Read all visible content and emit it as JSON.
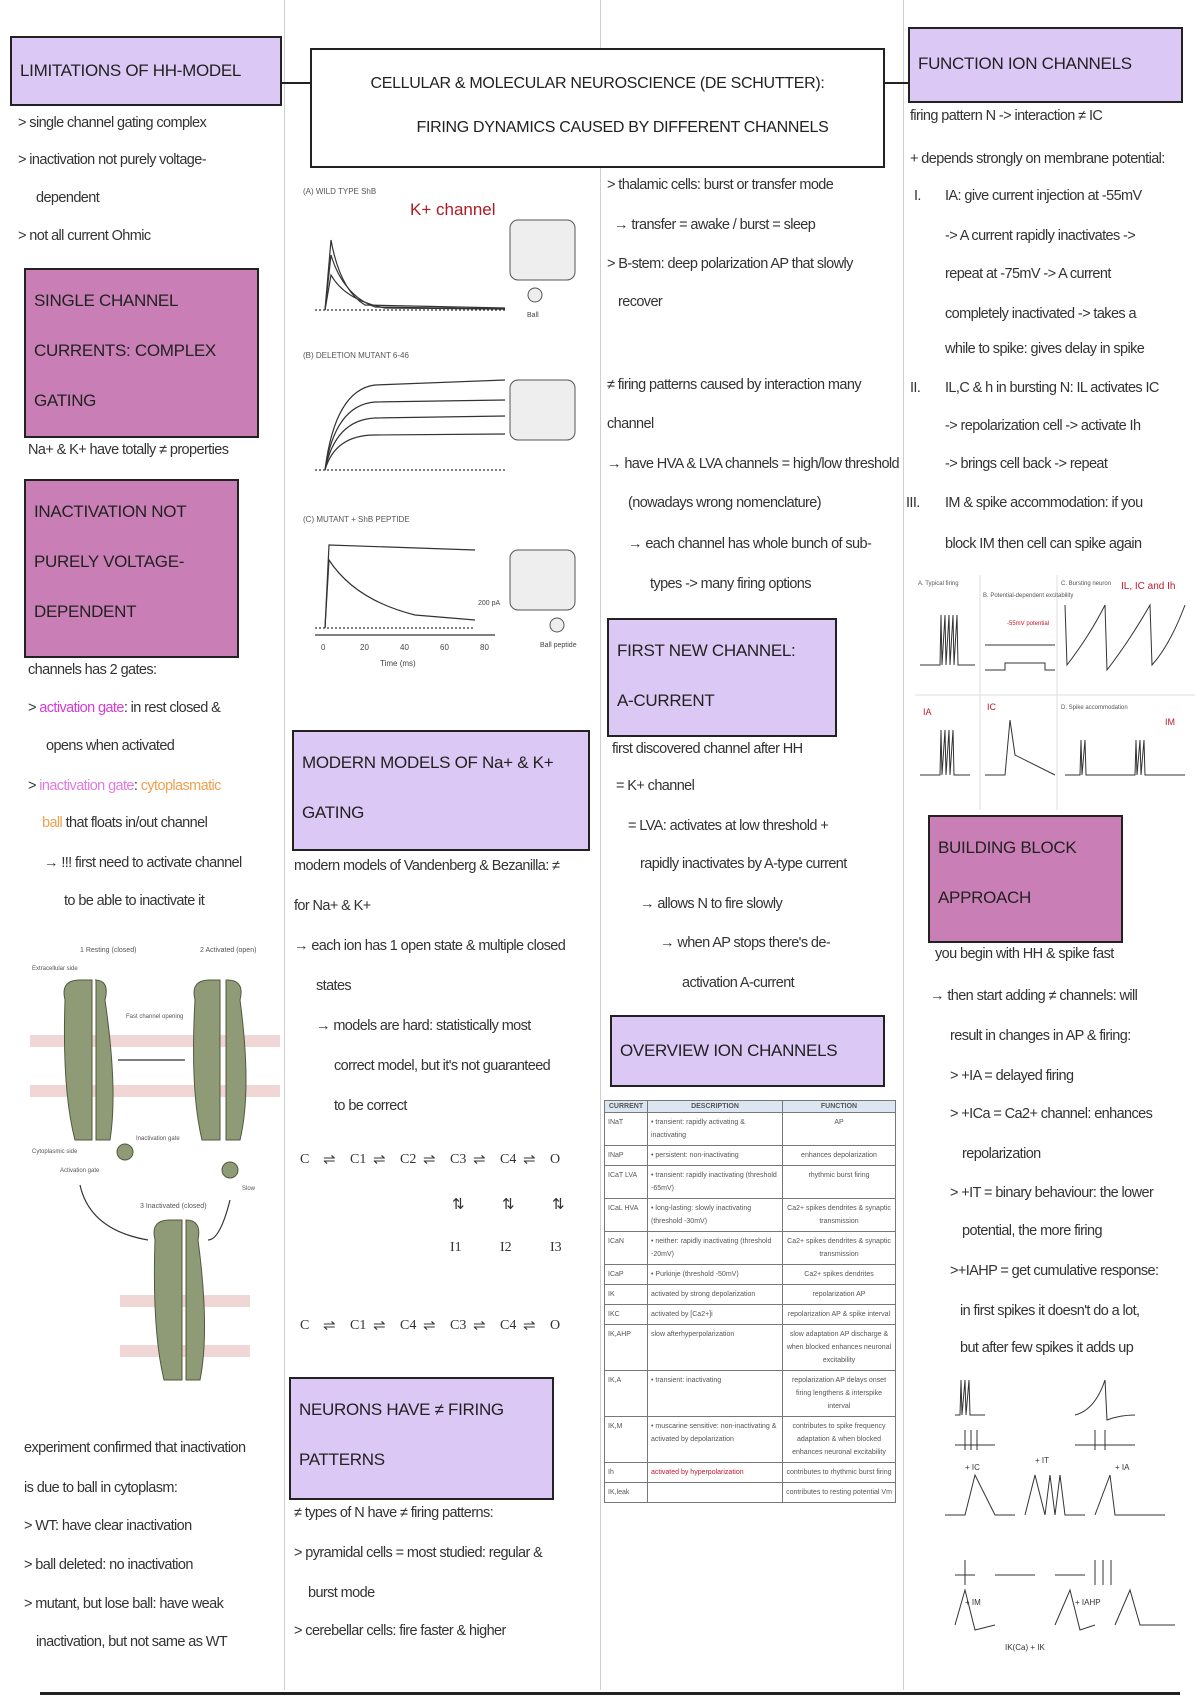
{
  "title": {
    "line1": "CELLULAR & MOLECULAR NEUROSCIENCE (DE SCHUTTER):",
    "line2": "FIRING DYNAMICS CAUSED BY DIFFERENT CHANNELS"
  },
  "colors": {
    "purple_box": "#dcc8f5",
    "pink_box": "#c97fb5",
    "activation": "#d63bd6",
    "inactivation": "#e07ae0",
    "orange": "#f0a050",
    "red": "#c0182b"
  },
  "headers": {
    "limitations": "LIMITATIONS OF HH-MODEL",
    "single_channel": [
      "SINGLE CHANNEL",
      "CURRENTS: COMPLEX",
      "GATING"
    ],
    "inactivation": [
      "INACTIVATION NOT",
      "PURELY VOLTAGE-",
      "DEPENDENT"
    ],
    "modern_models": [
      "MODERN MODELS OF Na+ & K+",
      "GATING"
    ],
    "neurons_firing": [
      "NEURONS HAVE ≠ FIRING",
      "PATTERNS"
    ],
    "first_channel": [
      "FIRST NEW CHANNEL:",
      "A-CURRENT"
    ],
    "overview": "OVERVIEW ION CHANNELS",
    "function": "FUNCTION ION CHANNELS",
    "building_block": [
      "BUILDING BLOCK",
      "APPROACH"
    ]
  },
  "col1": [
    "> single channel gating complex",
    "> inactivation not purely voltage-",
    "dependent",
    "> not all current Ohmic",
    "Na+ & K+ have totally ≠ properties",
    "channels has 2 gates:",
    {
      "parts": [
        {
          "t": "> "
        },
        {
          "t": "activation gate",
          "c": "#d63bd6"
        },
        {
          "t": ": in rest closed &"
        }
      ]
    },
    "opens when activated",
    {
      "parts": [
        {
          "t": "> "
        },
        {
          "t": "inactivation gate",
          "c": "#e07ae0"
        },
        {
          "t": ": "
        },
        {
          "t": "cytoplasmatic",
          "c": "#f0a050"
        }
      ]
    },
    {
      "parts": [
        {
          "t": "ball",
          "c": "#f0a050"
        },
        {
          "t": " that floats in/out channel"
        }
      ]
    },
    "→ !!! first need to activate channel",
    "to be able to inactivate it",
    "experiment confirmed that inactivation",
    "is due to ball in cytoplasm:",
    "> WT: have clear inactivation",
    "> ball deleted: no inactivation",
    "> mutant, but lose ball: have weak",
    "inactivation, but not same as WT"
  ],
  "col2": [
    "modern models of Vandenberg & Bezanilla: ≠",
    "for Na+ & K+",
    "→ each ion has 1 open state & multiple closed",
    "states",
    "→ models are hard: statistically most",
    "correct model, but it's not guaranteed",
    "to be correct",
    "≠ types of N have ≠ firing patterns:",
    "> pyramidal cells = most studied: regular &",
    "burst mode",
    "> cerebellar cells: fire faster & higher"
  ],
  "col3": [
    "> thalamic cells: burst or transfer mode",
    "→ transfer = awake / burst = sleep",
    "> B-stem: deep polarization AP that slowly",
    "recover",
    "≠ firing patterns caused by interaction many",
    "channel",
    "→ have HVA & LVA channels = high/low threshold",
    "(nowadays wrong nomenclature)",
    "→ each channel has whole bunch of sub-",
    "types -> many firing options",
    "first discovered channel after HH",
    "= K+ channel",
    "= LVA: activates at low threshold +",
    "rapidly inactivates by A-type current",
    "→ allows N to fire slowly",
    "→ when AP stops there's de-",
    "activation A-current"
  ],
  "col4": [
    "firing pattern N -> interaction ≠ IC",
    "+ depends strongly on membrane potential:",
    "I.",
    "IA: give current injection at -55mV",
    "-> A current rapidly inactivates ->",
    "repeat at -75mV -> A current",
    "completely inactivated -> takes a",
    "while to spike: gives delay in spike",
    "II.",
    "IL,C & h in bursting N: IL activates IC",
    "-> repolarization cell -> activate Ih",
    "-> brings cell back -> repeat",
    "III.",
    "IM & spike accommodation: if you",
    "block IM then cell can spike again",
    "you begin with HH & spike fast",
    "→ then start adding ≠ channels: will",
    "result in changes in AP & firing:",
    "> +IA = delayed firing",
    "> +ICa = Ca2+ channel: enhances",
    "repolarization",
    "> +IT = binary behaviour: the lower",
    "potential, the more firing",
    ">+IAHP = get cumulative response:",
    "in first spikes it doesn't do a lot,",
    "but after few spikes it adds up"
  ],
  "k_figure": {
    "title": "K+ channel",
    "panel_a": "(A) WILD TYPE ShB",
    "panel_b": "(B) DELETION MUTANT 6-46",
    "panel_c": "(C) MUTANT + ShB PEPTIDE",
    "xlabel": "Time (ms)",
    "ticks": [
      "0",
      "20",
      "40",
      "60",
      "80"
    ],
    "ball": "Ball",
    "ball_peptide": "Ball peptide",
    "scale": "200 pA"
  },
  "gate_figure": {
    "s1": "1 Resting (closed)",
    "s2": "2 Activated (open)",
    "s3": "3 Inactivated (closed)",
    "extracellular": "Extracellular side",
    "cytoplasmic": "Cytoplasmic side",
    "activation_gate": "Activation gate",
    "inactivation_gate": "Inactivation gate",
    "fast": "Fast channel opening",
    "slow": "Slow"
  },
  "state_diagram": {
    "row1": [
      "C",
      "C1",
      "C2",
      "C3",
      "C4",
      "O"
    ],
    "row1_inact": [
      "I1",
      "I2",
      "I3"
    ],
    "row2": [
      "C",
      "C1",
      "C4",
      "C3",
      "C4",
      "O"
    ]
  },
  "table": {
    "headers": [
      "CURRENT",
      "DESCRIPTION",
      "FUNCTION"
    ],
    "rows": [
      [
        "INaT",
        "• transient: rapidly activating & inactivating",
        "AP"
      ],
      [
        "INaP",
        "• persistent: non-inactivating",
        "enhances depolarization"
      ],
      [
        "ICaT LVA",
        "• transient: rapidly inactivating (threshold -65mV)",
        "rhythmic burst firing"
      ],
      [
        "ICaL HVA",
        "• long-lasting: slowly inactivating (threshold -30mV)",
        "Ca2+ spikes dendrites & synaptic transmission"
      ],
      [
        "ICaN",
        "• neither: rapidly inactivating (threshold -20mV)",
        "Ca2+ spikes dendrites & synaptic transmission"
      ],
      [
        "ICaP",
        "• Purkinje (threshold -50mV)",
        "Ca2+ spikes dendrites"
      ],
      [
        "IK",
        "activated by strong depolarization",
        "repolarization AP"
      ],
      [
        "IKC",
        "activated by [Ca2+]i",
        "repolarization AP & spike interval"
      ],
      [
        "IK,AHP",
        "slow afterhyperpolarization",
        "slow adaptation AP discharge & when blocked enhances neuronal excitability"
      ],
      [
        "IK,A",
        "• transient: inactivating",
        "repolarization AP delays onset firing lengthens & interspike interval"
      ],
      [
        "IK,M",
        "• muscarine sensitive: non-inactivating & activated by depolarization",
        "contributes to spike frequency adaptation & when blocked enhances neuronal excitability"
      ],
      [
        "Ih",
        "activated by hyperpolarization",
        "contributes to rhythmic burst firing"
      ],
      [
        "IK,leak",
        "",
        "contributes to resting potential Vm"
      ]
    ]
  },
  "traces": {
    "a": "A. Typical firing",
    "b": "B. Potential-dependent excitability",
    "c": "C. Bursting neuron",
    "c_red": "IL, IC and Ih",
    "d": "D. Spike accommodation",
    "ia": "IA",
    "ic": "IC",
    "im": "IM",
    "b_red": "-55mV potential",
    "b_plus": [
      "+ IC",
      "+ IA",
      "+ IT",
      "+ IAHP",
      "IK(Ca) + IK",
      "+ IM"
    ]
  }
}
